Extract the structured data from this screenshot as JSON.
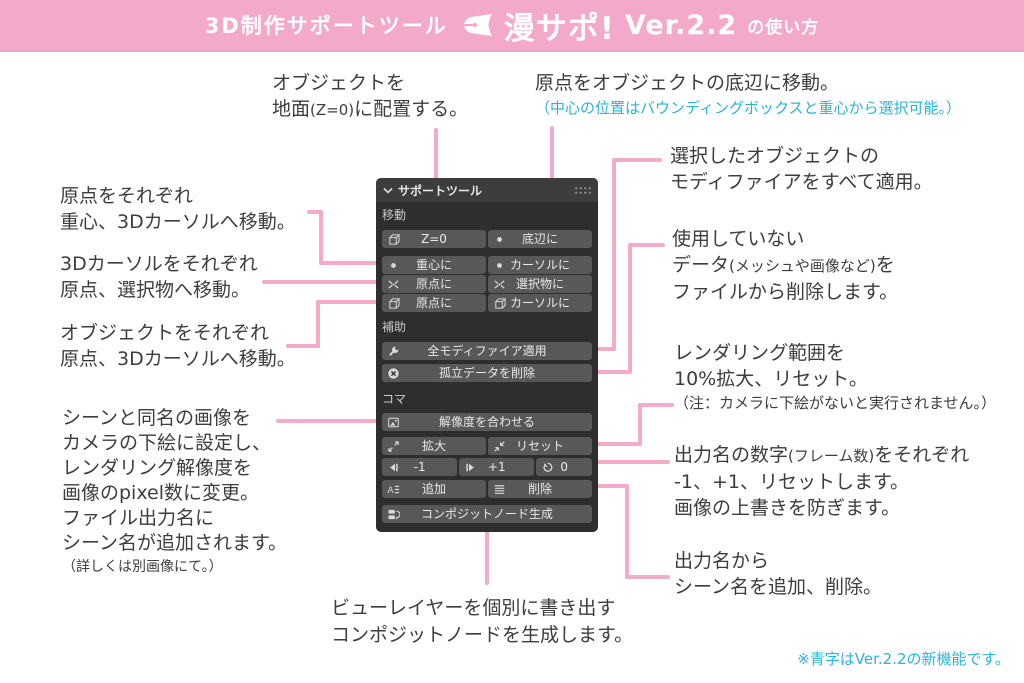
{
  "colors": {
    "banner_pink": "#f3a9c9",
    "connector_pink": "#f3abc9",
    "new_feature_blue": "#29b4d6",
    "panel_bg": "#2e2e2e",
    "button_bg": "#585858"
  },
  "header": {
    "prefix": "3D制作サポートツール",
    "logo": "漫サポ!",
    "version": "Ver.2.2",
    "suffix": "の使い方"
  },
  "panel": {
    "title": "サポートツール",
    "sections": {
      "move": "移動",
      "aux": "補助",
      "koma": "コマ"
    },
    "buttons": {
      "z0": "Z=0",
      "bottom": "底辺に",
      "center_of_mass": "重心に",
      "to_cursor1": "カーソルに",
      "cursor_to_origin": "原点に",
      "cursor_to_selected": "選択物に",
      "obj_to_origin": "原点に",
      "obj_to_cursor": "カーソルに",
      "apply_modifiers": "全モディファイア適用",
      "purge": "孤立データを削除",
      "match_resolution": "解像度を合わせる",
      "expand": "拡大",
      "reset": "リセット",
      "minus1": "-1",
      "plus1": "+1",
      "zero": "0",
      "add": "追加",
      "remove": "削除",
      "composite": "コンポジットノード生成"
    }
  },
  "annotations": {
    "top_left": {
      "l1": "オブジェクトを",
      "l2a": "地面",
      "l2b": "(Z=0)",
      "l2c": "に配置する。"
    },
    "top_right": {
      "l1": "原点をオブジェクトの底辺に移動。",
      "l2": "（中心の位置はバウンディングボックスと重心から選択可能。）"
    },
    "left_origin": {
      "l1": "原点をそれぞれ",
      "l2": "重心、3Dカーソルへ移動。"
    },
    "left_cursor": {
      "l1": "3Dカーソルをそれぞれ",
      "l2": "原点、選択物へ移動。"
    },
    "left_object": {
      "l1": "オブジェクトをそれぞれ",
      "l2": "原点、3Dカーソルへ移動。"
    },
    "left_scene_image": {
      "l1": "シーンと同名の画像を",
      "l2": "カメラの下絵に設定し、",
      "l3": "レンダリング解像度を",
      "l4": "画像のpixel数に変更。",
      "l5": "ファイル出力名に",
      "l6": "シーン名が追加されます。",
      "note": "（詳しくは別画像にて。）"
    },
    "right_modifiers": {
      "l1": "選択したオブジェクトの",
      "l2": "モディファイアをすべて適用。"
    },
    "right_purge": {
      "l1": "使用していない",
      "l2a": "データ",
      "l2b": "(メッシュや画像など)",
      "l2c": "を",
      "l3": "ファイルから削除します。"
    },
    "right_region": {
      "l1": "レンダリング範囲を",
      "l2": "10%拡大、リセット。",
      "note": "（注：カメラに下絵がないと実行されません。）"
    },
    "right_frame": {
      "l1a": "出力名の数字",
      "l1b": "(フレーム数)",
      "l1c": "をそれぞれ",
      "l2": "-1、+1、リセットします。",
      "l3": "画像の上書きを防ぎます。"
    },
    "right_scene_name": {
      "l1": "出力名から",
      "l2": "シーン名を追加、削除。"
    },
    "bottom_composite": {
      "l1": "ビューレイヤーを個別に書き出す",
      "l2": "コンポジットノードを生成します。"
    },
    "footnote": "※青字はVer.2.2の新機能です。"
  }
}
